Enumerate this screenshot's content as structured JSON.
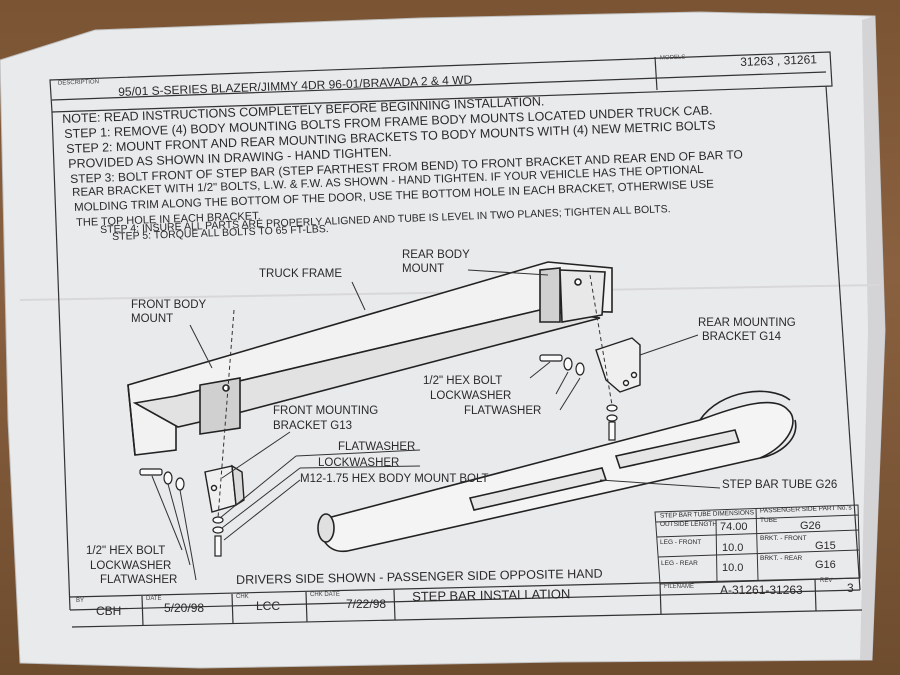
{
  "header": {
    "description_label": "DESCRIPTION",
    "description": "95/01 S-SERIES BLAZER/JIMMY 4DR 96-01/BRAVADA 2 & 4 WD",
    "models_label": "MODELS",
    "models": "31263 , 31261"
  },
  "instructions": [
    "NOTE:  READ INSTRUCTIONS COMPLETELY BEFORE BEGINNING INSTALLATION.",
    "STEP 1: REMOVE (4) BODY MOUNTING BOLTS FROM FRAME BODY MOUNTS LOCATED UNDER TRUCK CAB.",
    "STEP 2: MOUNT FRONT AND REAR MOUNTING BRACKETS TO BODY MOUNTS WITH (4) NEW METRIC BOLTS",
    "PROVIDED AS SHOWN IN DRAWING - HAND TIGHTEN.",
    "STEP 3: BOLT FRONT OF STEP BAR (STEP FARTHEST FROM BEND) TO FRONT BRACKET AND REAR END OF BAR TO",
    "REAR BRACKET WITH 1/2\" BOLTS, L.W. & F.W. AS SHOWN - HAND TIGHTEN.  IF YOUR VEHICLE HAS THE OPTIONAL",
    "MOLDING TRIM ALONG THE BOTTOM OF THE DOOR, USE THE BOTTOM HOLE IN EACH BRACKET, OTHERWISE USE",
    "THE TOP HOLE IN EACH BRACKET.",
    "STEP 4: INSURE ALL PARTS ARE PROPERLY ALIGNED AND TUBE IS LEVEL IN TWO PLANES; TIGHTEN ALL BOLTS.",
    "STEP 5: TORQUE ALL BOLTS TO 65 FT-LBS."
  ],
  "diagram_labels": {
    "truck_frame": "TRUCK FRAME",
    "rear_body_mount_1": "REAR BODY",
    "rear_body_mount_2": "MOUNT",
    "front_body_mount_1": "FRONT BODY",
    "front_body_mount_2": "MOUNT",
    "rear_bracket_1": "REAR MOUNTING",
    "rear_bracket_2": "BRACKET G14",
    "rear_hex_bolt": "1/2\" HEX BOLT",
    "rear_lockwasher": "LOCKWASHER",
    "rear_flatwasher": "FLATWASHER",
    "front_bracket_1": "FRONT MOUNTING",
    "front_bracket_2": "BRACKET G13",
    "flatwasher": "FLATWASHER",
    "lockwasher": "LOCKWASHER",
    "body_mount_bolt": "M12-1.75 HEX BODY MOUNT BOLT",
    "step_bar_tube": "STEP BAR TUBE G26",
    "front_hex_bolt": "1/2\" HEX BOLT",
    "front_lockwasher": "LOCKWASHER",
    "front_flatwasher": "FLATWASHER",
    "drivers_side": "DRIVERS SIDE SHOWN - PASSENGER SIDE OPPOSITE HAND"
  },
  "dimensions_table": {
    "title_left": "STEP BAR TUBE DIMENSIONS",
    "title_right": "PASSENGER SIDE PART No.'s",
    "rows": [
      {
        "label": "OUTSIDE LENGTH",
        "value": "74.00",
        "part_label": "TUBE",
        "part": "G26"
      },
      {
        "label": "LEG - FRONT",
        "value": "10.0",
        "part_label": "BRKT. - FRONT",
        "part": "G15"
      },
      {
        "label": "LEG - REAR",
        "value": "10.0",
        "part_label": "BRKT. - REAR",
        "part": "G16"
      }
    ]
  },
  "title_block": {
    "by_label": "BY",
    "by": "CBH",
    "date_label": "DATE",
    "date": "5/20/98",
    "chk_label": "CHK",
    "chk": "LCC",
    "chk_date_label": "CHK DATE",
    "chk_date": "7/22/98",
    "title": "STEP BAR INSTALLATION",
    "filename_label": "FILENAME",
    "filename": "A-31261-31263",
    "rev_label": "REV",
    "rev": "3"
  }
}
